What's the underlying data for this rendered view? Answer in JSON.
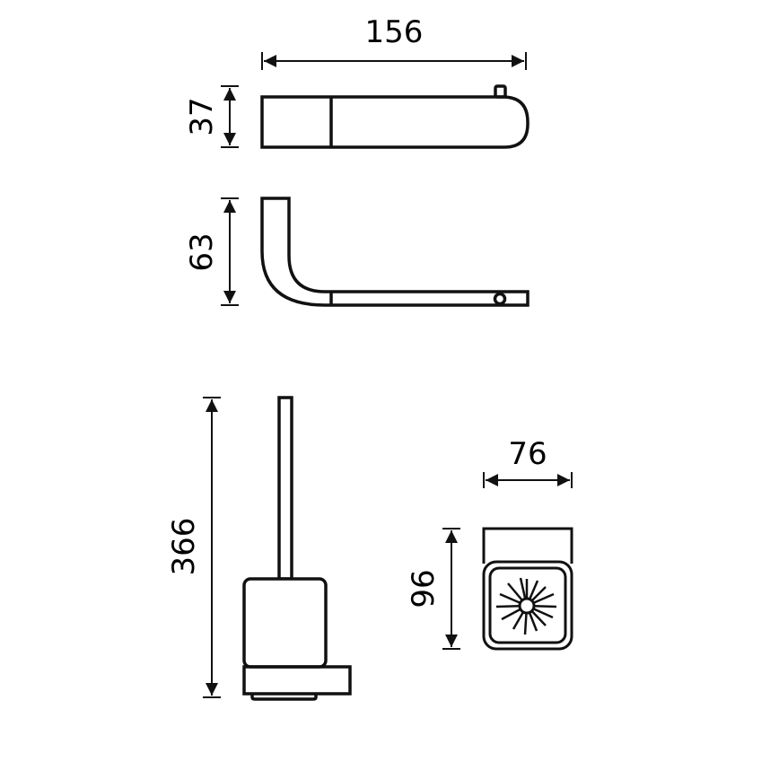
{
  "diagram": {
    "title": "",
    "colors": {
      "stroke": "#111111",
      "background": "#ffffff"
    },
    "views": [
      {
        "name": "paper-holder-top-view",
        "dimension_label": "156",
        "dimension_axis": "horizontal"
      },
      {
        "name": "paper-holder-top-view-height",
        "dimension_label": "37",
        "dimension_axis": "vertical"
      },
      {
        "name": "paper-holder-side-view",
        "dimension_label": "63",
        "dimension_axis": "vertical"
      },
      {
        "name": "toilet-brush-front-view",
        "dimension_label": "366",
        "dimension_axis": "vertical"
      },
      {
        "name": "brush-holder-top-view-width",
        "dimension_label": "76",
        "dimension_axis": "horizontal"
      },
      {
        "name": "brush-holder-top-view-height",
        "dimension_label": "96",
        "dimension_axis": "vertical"
      }
    ]
  },
  "dimensions": {
    "holder_width": "156",
    "holder_height": "37",
    "holder_depth": "63",
    "brush_height": "366",
    "brush_holder_width": "76",
    "brush_holder_depth": "96"
  }
}
